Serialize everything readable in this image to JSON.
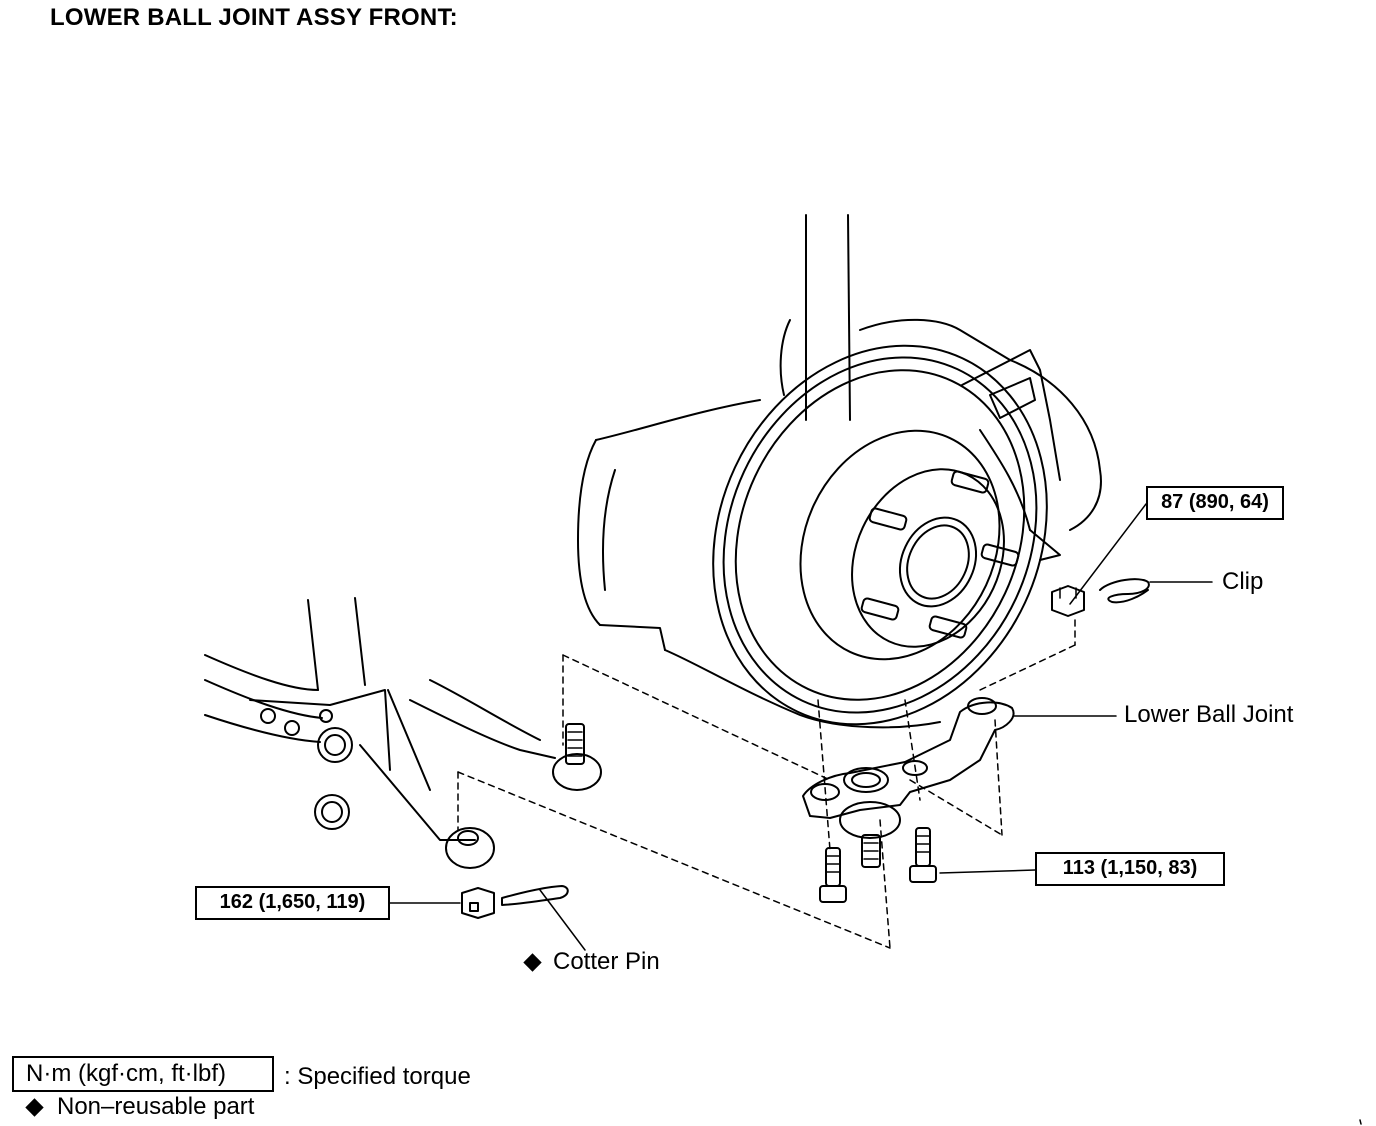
{
  "title": "LOWER BALL JOINT ASSY FRONT:",
  "callouts": {
    "clip": "Clip",
    "lower_ball_joint": "Lower Ball Joint",
    "cotter_pin": "Cotter Pin"
  },
  "torques": {
    "nut_clip": "87 (890, 64)",
    "bolts": "113 (1,150, 83)",
    "nut_cotter": "162 (1,650, 119)"
  },
  "legend": {
    "torque_unit": "N·m (kgf·cm, ft·lbf)",
    "torque_desc": ": Specified torque",
    "non_reusable": "Non–reusable part"
  },
  "icons": [
    "diamond-icon"
  ],
  "colors": {
    "line": "#000000",
    "background": "#ffffff"
  }
}
